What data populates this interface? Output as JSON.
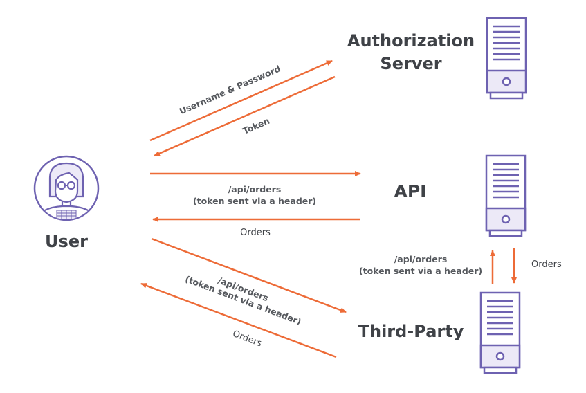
{
  "colors": {
    "arrow": "#ed6b37",
    "icon_stroke": "#6e62b1",
    "icon_fill": "#ece9f7",
    "title_text": "#3f4247",
    "label_text": "#55585d"
  },
  "nodes": {
    "user": {
      "label": "User",
      "icon": "user-avatar-icon"
    },
    "auth_server": {
      "label_line1": "Authorization",
      "label_line2": "Server",
      "icon": "server-icon"
    },
    "api": {
      "label": "API",
      "icon": "server-icon"
    },
    "third_party": {
      "label": "Third-Party",
      "icon": "server-icon"
    }
  },
  "edges": {
    "user_to_auth": {
      "label": "Username & Password",
      "from": "User",
      "to": "Authorization Server"
    },
    "auth_to_user": {
      "label": "Token",
      "from": "Authorization Server",
      "to": "User"
    },
    "user_to_api": {
      "label_line1": "/api/orders",
      "label_line2": "(token sent via a header)",
      "from": "User",
      "to": "API"
    },
    "api_to_user": {
      "label": "Orders",
      "from": "API",
      "to": "User"
    },
    "user_to_third": {
      "label_line1": "/api/orders",
      "label_line2": "(token sent via a header)",
      "from": "User",
      "to": "Third-Party"
    },
    "third_to_user": {
      "label": "Orders",
      "from": "Third-Party",
      "to": "User"
    },
    "third_to_api": {
      "label_line1": "/api/orders",
      "label_line2": "(token sent via a header)",
      "from": "Third-Party",
      "to": "API"
    },
    "api_to_third": {
      "label": "Orders",
      "from": "API",
      "to": "Third-Party"
    }
  }
}
